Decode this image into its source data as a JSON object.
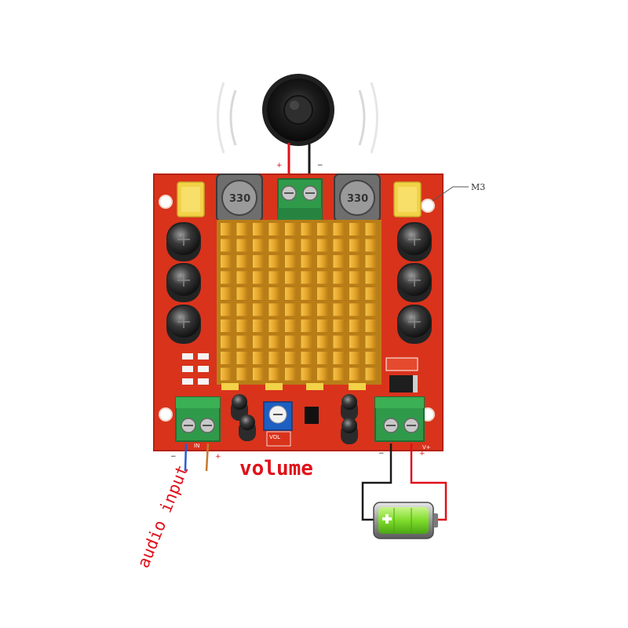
{
  "labels": {
    "volume": "volume",
    "audio_input": "audio input",
    "mount_hole": "M3",
    "inductor_left": "330",
    "inductor_right": "330",
    "pot_label": "VOL",
    "input_header": "IN",
    "power_header": "V+",
    "plus": "+",
    "minus": "−"
  },
  "colors": {
    "pcb": "#d9331c",
    "heatsink": "#e5a52c",
    "terminal": "#2f9a4a",
    "wire_red": "#e0101a",
    "wire_blue": "#2a5bd1",
    "wire_brown": "#c77a2c",
    "battery_green": "#7fdc2a",
    "capacitor": "#2b2b2b"
  },
  "icons": [
    "speaker-icon",
    "battery-icon"
  ]
}
